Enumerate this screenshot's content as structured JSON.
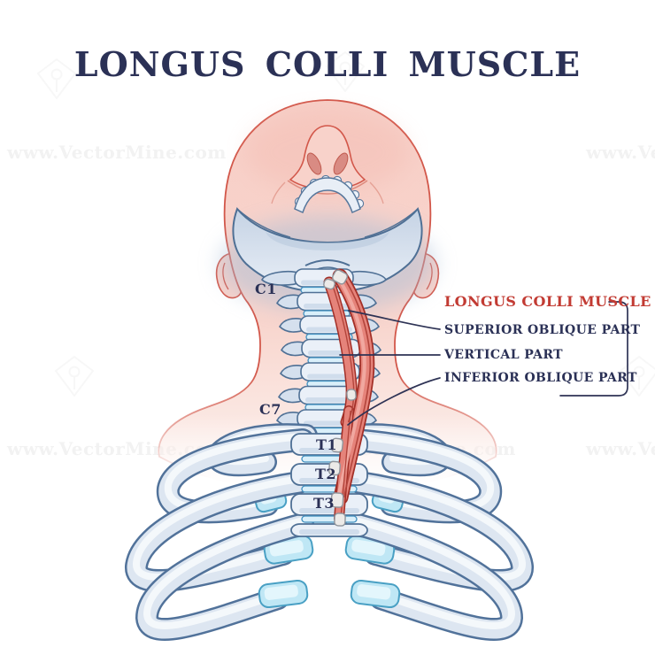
{
  "title": "LONGUS COLLI MUSCLE",
  "illustration": {
    "spine_labels": [
      {
        "id": "c1",
        "text": "C1"
      },
      {
        "id": "c7",
        "text": "C7"
      },
      {
        "id": "t1",
        "text": "T1"
      },
      {
        "id": "t2",
        "text": "T2"
      },
      {
        "id": "t3",
        "text": "T3"
      }
    ]
  },
  "callouts": {
    "heading": "LONGUS COLLI MUSCLE",
    "items": [
      "SUPERIOR OBLIQUE PART",
      "VERTICAL PART",
      "INFERIOR OBLIQUE PART"
    ]
  },
  "watermark": {
    "text": "www.VectorMine.com"
  },
  "colors": {
    "title_navy": "#2b3156",
    "callout_red": "#c23b33",
    "line_navy": "#2e3355",
    "skin_fill": "#f8d2ca",
    "skin_outline": "#d2574a",
    "bone_fill": "#eaf0f8",
    "bone_shade": "#c9d8e9",
    "bone_outline": "#4f7095",
    "disc_fill": "#d9effa",
    "disc_outline": "#3f8fbf",
    "cartilage_fill": "#bfe7f5",
    "cartilage_outline": "#49a0c4",
    "muscle_fill": "#e5837a",
    "muscle_outline": "#a32f27",
    "tendon_fill": "#eceae8"
  }
}
